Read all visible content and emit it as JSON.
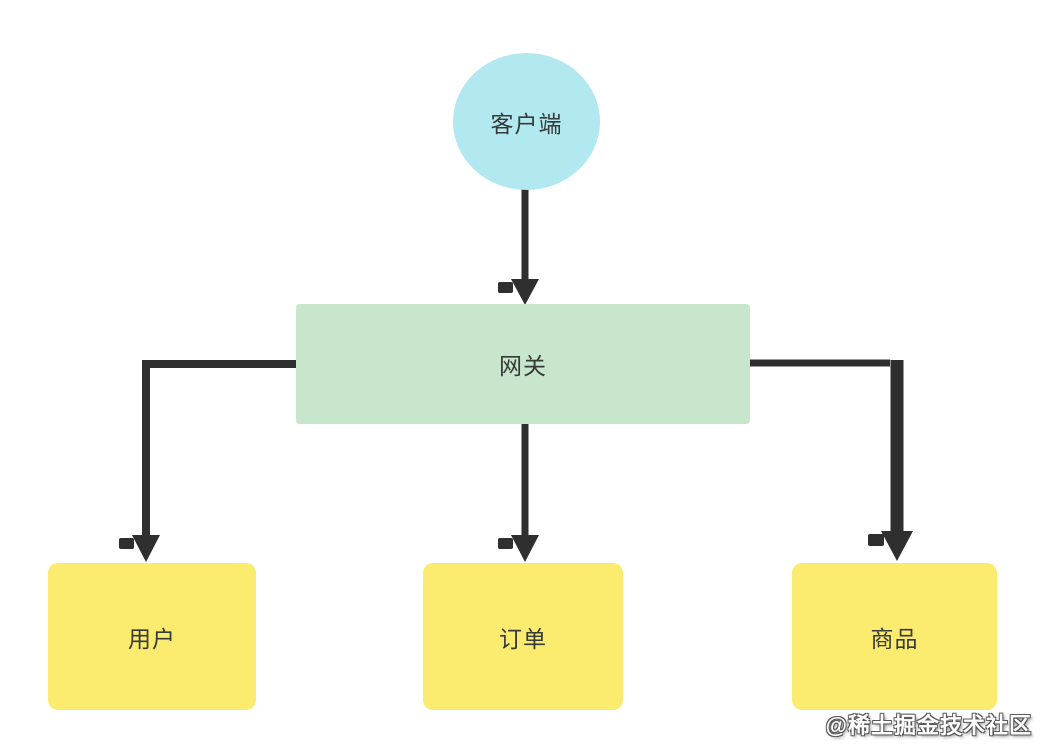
{
  "diagram": {
    "title": "gateway-microservices-flow",
    "arrow_color": "#2f2f2f",
    "nodes": {
      "client": {
        "label": "客户端",
        "shape": "circle",
        "fill": "#b2e8ef"
      },
      "gateway": {
        "label": "网关",
        "shape": "rect",
        "fill": "#c8e6cb"
      },
      "user": {
        "label": "用户",
        "shape": "rect",
        "fill": "#fbeb6e"
      },
      "order": {
        "label": "订单",
        "shape": "rect",
        "fill": "#fbeb6e"
      },
      "product": {
        "label": "商品",
        "shape": "rect",
        "fill": "#fbeb6e"
      }
    },
    "edges": [
      {
        "from": "client",
        "to": "gateway"
      },
      {
        "from": "gateway",
        "to": "user"
      },
      {
        "from": "gateway",
        "to": "order"
      },
      {
        "from": "gateway",
        "to": "product"
      }
    ]
  },
  "watermark": {
    "text": "@稀土掘金技术社区",
    "color": "#ffffff"
  }
}
